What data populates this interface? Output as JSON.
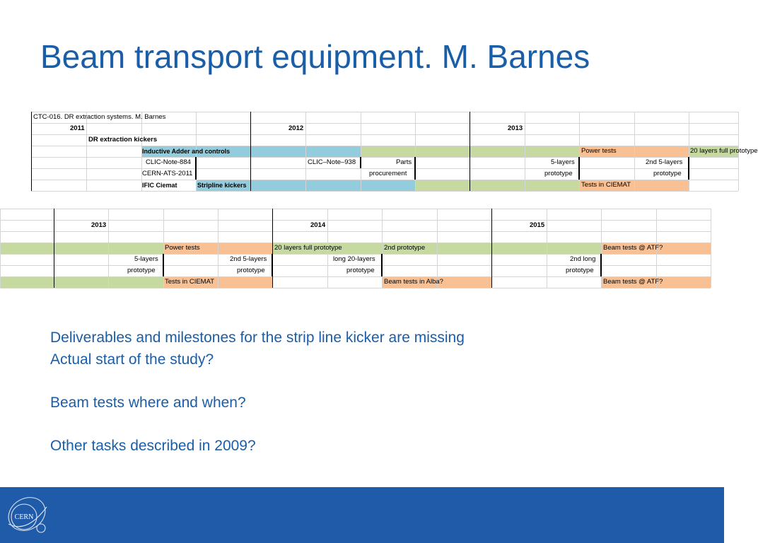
{
  "slide": {
    "title": "Beam transport equipment. M. Barnes",
    "notes": [
      "Deliverables and milestones for the strip line kicker are missing",
      "Actual start of the study?",
      "",
      "Beam tests where and when?",
      "",
      "Other tasks described in 2009?"
    ],
    "logo_text": "CERN"
  },
  "colors": {
    "title": "#1a5ea8",
    "green": "#c5d9a1",
    "blue": "#93cddd",
    "orange": "#f9c093",
    "footer": "#1f5ba9"
  },
  "table_top": {
    "header": "CTC-016. DR extraction systems. M. Barnes",
    "years": [
      "2011",
      "2012",
      "2013"
    ],
    "section": "DR extraction kickers",
    "rows": [
      {
        "task": "Inductive Adder and controls",
        "event1": "Power tests",
        "event2": "20 layers full prototype"
      },
      {
        "notes": [
          "CLIC-Note-884",
          "CLIC–Note–938",
          "Parts",
          "5-layers",
          "2nd 5-layers"
        ]
      },
      {
        "notes": [
          "CERN-ATS-2011",
          "procurement",
          "prototype",
          "prototype"
        ]
      },
      {
        "task1": "IFIC Ciemat",
        "task2": "Stripline kickers",
        "event1": "Tests in CIEMAT"
      }
    ]
  },
  "table_bottom": {
    "years": [
      "2013",
      "2014",
      "2015"
    ],
    "labels": {
      "power_tests": "Power tests",
      "full_prototype": "20 layers full prototype",
      "second_prototype": "2nd prototype",
      "beam_tests_atf": "Beam tests @ ATF?",
      "five_layers": "5-layers",
      "second_five_layers": "2nd 5-layers",
      "long_20_layers": "long 20-layers",
      "second_long": "2nd long",
      "prototype": "prototype",
      "tests_ciemat": "Tests in CIEMAT",
      "beam_tests_alba": "Beam tests in Alba?"
    }
  }
}
